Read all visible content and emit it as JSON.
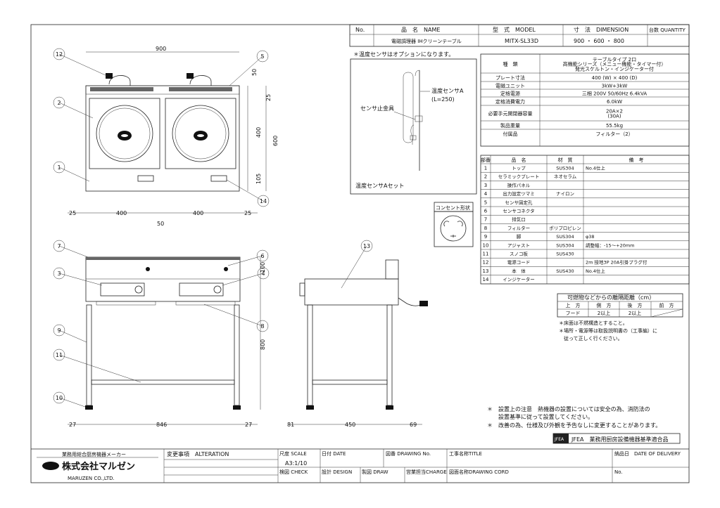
{
  "title_block": {
    "no_label": "No.",
    "name_label": "品　名　NAME",
    "model_label": "型　式　MODEL",
    "dimension_label": "寸　法　DIMENSION",
    "quantity_label": "台数 QUANTITY",
    "name_value": "電磁調理器 IHクリーンテーブル",
    "model_value": "MITX-SL33D",
    "dimension_value": "900 ・ 600 ・ 800"
  },
  "sensor_box": {
    "note": "＊温度センサはオプションになります。",
    "sensor_label": "温度センサA",
    "sensor_length": "(L=250)",
    "bracket_label": "センサ止金具",
    "set_label": "温度センサAセット"
  },
  "outlet": {
    "label": "コンセント形状"
  },
  "specs": [
    {
      "k": "種　類",
      "v": [
        "テーブルタイプ 2口",
        "高機能シリーズ（メニュー機能・タイマー付）",
        "発光スケルトン・インジケーター付"
      ]
    },
    {
      "k": "プレート寸法",
      "v": [
        "400 (W) × 400 (D)"
      ]
    },
    {
      "k": "電磁ユニット",
      "v": [
        "3kW+3kW"
      ]
    },
    {
      "k": "定格電源",
      "v": [
        "三相 200V 50/60Hz 6.4kVA"
      ]
    },
    {
      "k": "定格消費電力",
      "v": [
        "6.0kW"
      ]
    },
    {
      "k": "必要手元開閉器容量",
      "v": [
        "20A×2",
        "(30A)"
      ]
    },
    {
      "k": "製品重量",
      "v": [
        "55.5kg"
      ]
    },
    {
      "k": "付属品",
      "v": [
        "フィルター（2）"
      ]
    }
  ],
  "parts_header": {
    "no": "部番",
    "name": "品　名",
    "material": "材　質",
    "note": "備　考"
  },
  "parts": [
    {
      "no": "1",
      "name": "トップ",
      "material": "SUS304",
      "note": "No.4仕上"
    },
    {
      "no": "2",
      "name": "セラミックプレート",
      "material": "ネオセラム",
      "note": ""
    },
    {
      "no": "3",
      "name": "操作パネル",
      "material": "",
      "note": ""
    },
    {
      "no": "4",
      "name": "出力設定ツマミ",
      "material": "ナイロン",
      "note": ""
    },
    {
      "no": "5",
      "name": "センサ固定孔",
      "material": "",
      "note": ""
    },
    {
      "no": "6",
      "name": "センサコネクタ",
      "material": "",
      "note": ""
    },
    {
      "no": "7",
      "name": "排気口",
      "material": "",
      "note": ""
    },
    {
      "no": "8",
      "name": "フィルター",
      "material": "ポリプロピレン",
      "note": ""
    },
    {
      "no": "9",
      "name": "脚",
      "material": "SUS304",
      "note": "φ38"
    },
    {
      "no": "10",
      "name": "アジャスト",
      "material": "SUS304",
      "note": "調整幅：-15～+20mm"
    },
    {
      "no": "11",
      "name": "スノコ板",
      "material": "SUS430",
      "note": ""
    },
    {
      "no": "12",
      "name": "電源コード",
      "material": "",
      "note": "2m 接地3P 20A引掛プラグ付"
    },
    {
      "no": "13",
      "name": "本　体",
      "material": "SUS430",
      "note": "No.4仕上"
    },
    {
      "no": "14",
      "name": "インジケーター",
      "material": "",
      "note": ""
    }
  ],
  "clearance": {
    "title": "可燃物などからの離隔距離（cm）",
    "headers": [
      "上　方",
      "側　方",
      "後　方",
      "前　方"
    ],
    "values": [
      "フード",
      "2以上",
      "2以上",
      ""
    ],
    "notes": [
      "＊床面は不燃構造とすること。",
      "＊場所・電源等は取扱説明書の（工事編）に",
      "　従って正しく行ください。"
    ]
  },
  "notes": [
    "＊　設置上の注意　熱機器の設置については安全の為、消防法の",
    "　　設置基準に従って設置してください。",
    "＊　改善の為、仕様及び外観を予告なしに変更することがあります。"
  ],
  "jfea": {
    "mark": "JFEA",
    "text": "JFEA　業務用厨房設備機器基準適合品"
  },
  "footer": {
    "maker_label": "業務用総合厨房機器メーカー",
    "company_name": "株式会社マルゼン",
    "company_en": "MARUZEN CO.,LTD.",
    "alteration": "変更事項　ALTERATION",
    "scale_label": "尺度 SCALE",
    "scale_value": "A3:1/10",
    "date_label": "日付 DATE",
    "drawing_no_label": "図番 DRAWING No.",
    "title_label": "工事名称TITLE",
    "delivery_label": "納品日　DATE OF DELIVERY",
    "check_label": "検図 CHECK",
    "design_label": "設計 DESIGN",
    "draw_label": "製図 DRAW",
    "charge_label": "営業担当CHARGE",
    "drawing_cord_label": "図面名称DRAWING CORD",
    "no_label": "No."
  },
  "dimensions": {
    "top_width": "900",
    "right_50": "50",
    "right_25": "25",
    "right_400": "400",
    "right_600": "600",
    "right_105": "105",
    "bottom_25a": "25",
    "bottom_400a": "400",
    "bottom_400b": "400",
    "bottom_25b": "25",
    "bottom_50": "50",
    "front_100": "100",
    "front_800": "800",
    "front_27a": "27",
    "front_846": "846",
    "front_27b": "27",
    "side_81": "81",
    "side_450": "450",
    "side_69": "69"
  },
  "callouts": [
    "12",
    "5",
    "2",
    "1",
    "14",
    "7",
    "6",
    "3",
    "4",
    "8",
    "9",
    "11",
    "10",
    "13"
  ]
}
